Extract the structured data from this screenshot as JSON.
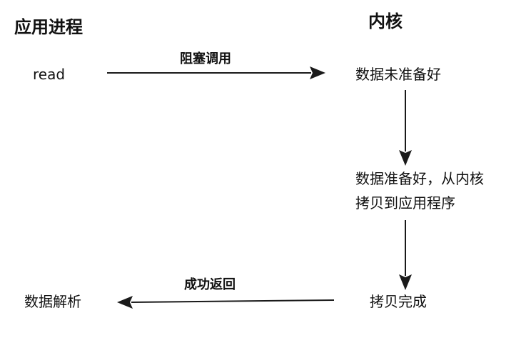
{
  "headers": {
    "left": "应用进程",
    "right": "内核"
  },
  "steps": {
    "read": "read",
    "blocking_call": "阻塞调用",
    "not_ready": "数据未准备好",
    "ready_line1": "数据准备好，从内核",
    "ready_line2": "拷贝到应用程序",
    "copy_done": "拷贝完成",
    "success_return": "成功返回",
    "parse": "数据解析"
  }
}
